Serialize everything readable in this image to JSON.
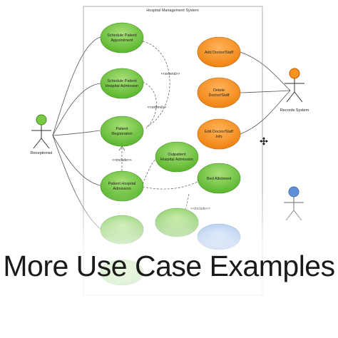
{
  "system": {
    "title": "Hospital Management System"
  },
  "actors": [
    {
      "id": "receptionist",
      "label": "Receptionist",
      "head_color": "#7ac943"
    },
    {
      "id": "records",
      "label": "Records System",
      "head_color": "#f7931e"
    },
    {
      "id": "ghost",
      "label": "",
      "head_color": "#5b8fd6"
    }
  ],
  "use_cases": {
    "green": [
      {
        "id": "schedule-appointment",
        "lines": [
          "Schedule Patient",
          "Appointment"
        ]
      },
      {
        "id": "schedule-admission",
        "lines": [
          "Schedule Patient",
          "Hospital Admission"
        ]
      },
      {
        "id": "patient-registration",
        "lines": [
          "Patient",
          "Registration"
        ]
      },
      {
        "id": "patient-admission",
        "lines": [
          "Patient Hospital",
          "Admission"
        ]
      },
      {
        "id": "outpatient-admission",
        "lines": [
          "Outpatient",
          "Hospital Admission"
        ]
      },
      {
        "id": "bed-allotment",
        "lines": [
          "Bed Allotment"
        ]
      }
    ],
    "orange": [
      {
        "id": "add-doctor",
        "lines": [
          "Add Doctor/Staff"
        ]
      },
      {
        "id": "delete-doctor",
        "lines": [
          "Delete",
          "Doctor/Staff"
        ]
      },
      {
        "id": "edit-doctor",
        "lines": [
          "Edit Doctor/Staff",
          "Info"
        ]
      }
    ]
  },
  "relations": {
    "extend": "<<extend>>",
    "include": "<<include>>"
  },
  "colors": {
    "green": "#6fc73d",
    "orange": "#f7941d",
    "blue": "#5b8fd6"
  },
  "headline": "More Use Case Examples"
}
